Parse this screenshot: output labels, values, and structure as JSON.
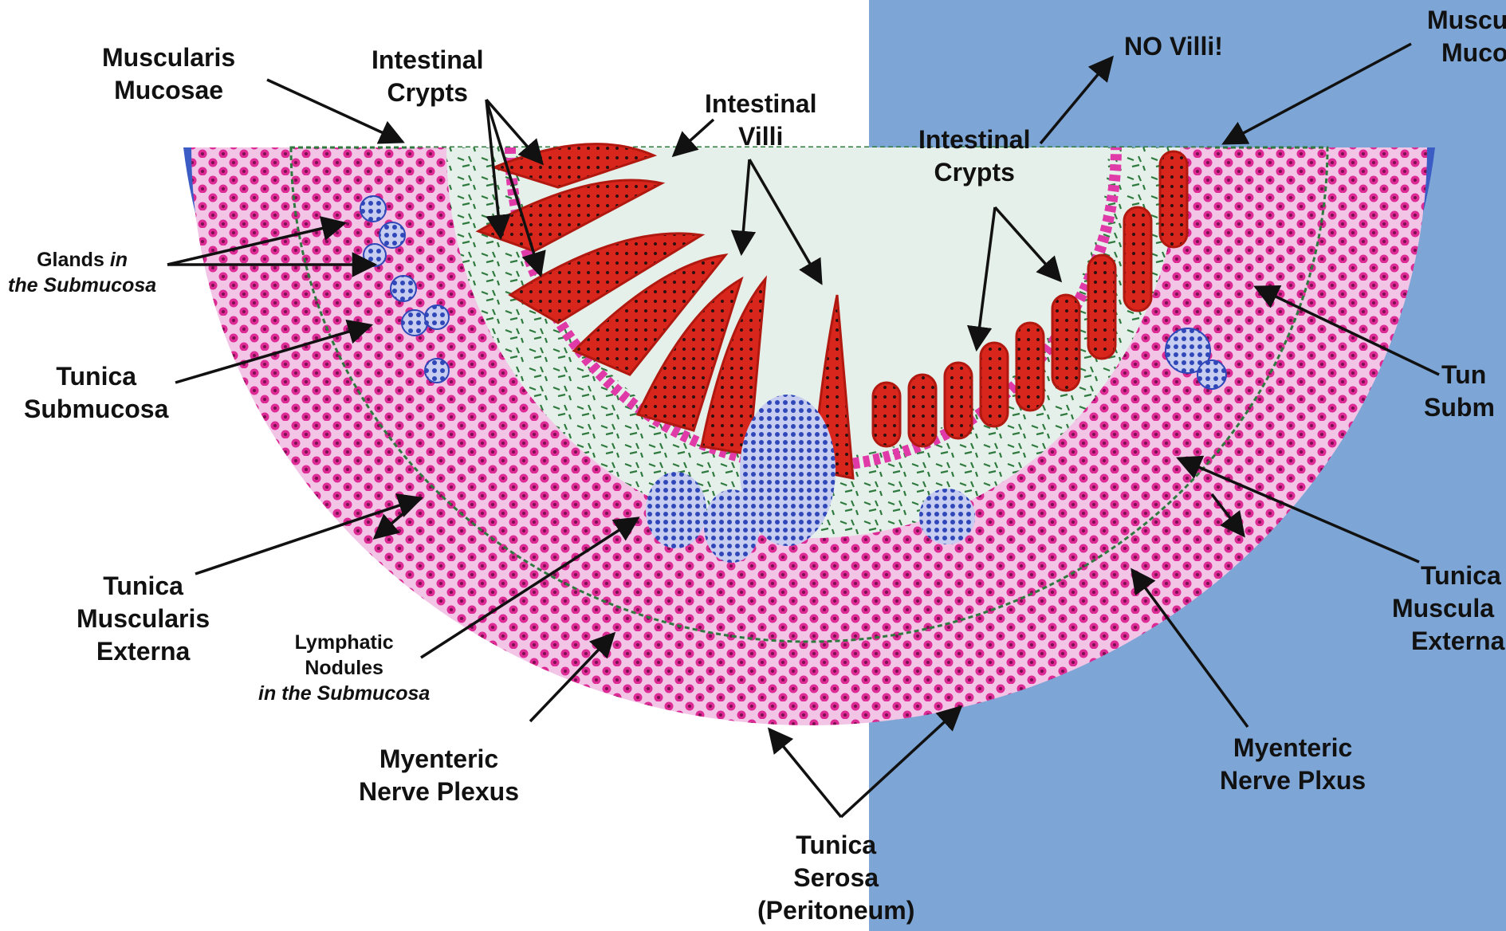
{
  "colors": {
    "background_left": "#ffffff",
    "background_right": "#7da6d6",
    "serosa": "#3a5cc4",
    "muscle": "#f0b8e0",
    "muscle_nuclei": "#d81f8c",
    "submucosa": "#e4efe8",
    "connective_fibers": "#2e7a3e",
    "glands": "#2f47b8",
    "epithelium": "#d9261c",
    "muscularis_mucosae": "#e03aa8"
  },
  "labels": {
    "muscularis_mucosae_left": [
      "Muscularis",
      "Mucosae"
    ],
    "intestinal_crypts_left": [
      "Intestinal",
      "Crypts"
    ],
    "intestinal_villi": [
      "Intestinal",
      "Villi"
    ],
    "glands_in_submucosa": [
      "Glands",
      "in",
      "the Submucosa"
    ],
    "tunica_submucosa_left": [
      "Tunica",
      "Submucosa"
    ],
    "tunica_muscularis_externa_left": [
      "Tunica",
      "Muscularis",
      "Externa"
    ],
    "lymphatic_nodules": [
      "Lymphatic",
      "Nodules",
      "in the Submucosa"
    ],
    "myenteric_plexus_left": [
      "Myenteric",
      "Nerve Plexus"
    ],
    "tunica_serosa": [
      "Tunica",
      "Serosa",
      "(Peritoneum)"
    ],
    "no_villi": "NO Villi!",
    "intestinal_crypts_right": [
      "Intestinal",
      "Crypts"
    ],
    "muscularis_mucosae_right": [
      "Muscu",
      "Muco"
    ],
    "tunica_submucosa_right": [
      "Tun",
      "Subm"
    ],
    "tunica_muscularis_externa_right": [
      "Tunica",
      "Muscula",
      "Externa"
    ],
    "myenteric_plexus_right": [
      "Myenteric",
      "Nerve Plxus"
    ]
  }
}
